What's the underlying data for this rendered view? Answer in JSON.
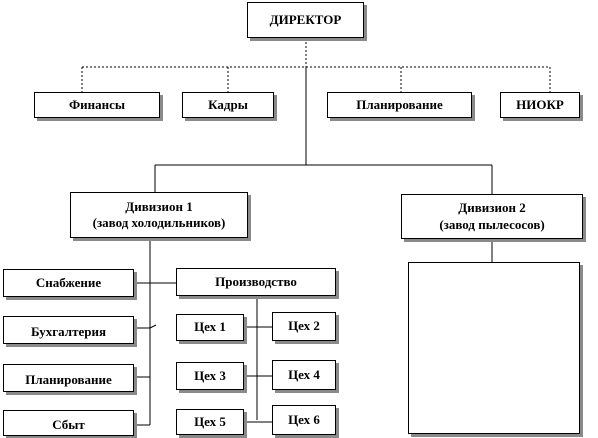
{
  "diagram": {
    "director": "ДИРЕКТОР",
    "staff_units": [
      "Финансы",
      "Кадры",
      "Планирование",
      "НИОКР"
    ],
    "division_1": {
      "name": "Дивизион 1",
      "subtitle": "(завод холодильников)",
      "functions": [
        "Снабжение",
        "Бухгалтерия",
        "Планирование",
        "Сбыт"
      ],
      "production": "Производство",
      "workshops": [
        "Цех 1",
        "Цех 2",
        "Цех 3",
        "Цех 4",
        "Цех 5",
        "Цех 6"
      ]
    },
    "division_2": {
      "name": "Дивизион 2",
      "subtitle": "(завод пылесосов)"
    }
  },
  "colors": {
    "border": "#000000",
    "shadow": "#8a8a8a",
    "background": "#ffffff"
  }
}
